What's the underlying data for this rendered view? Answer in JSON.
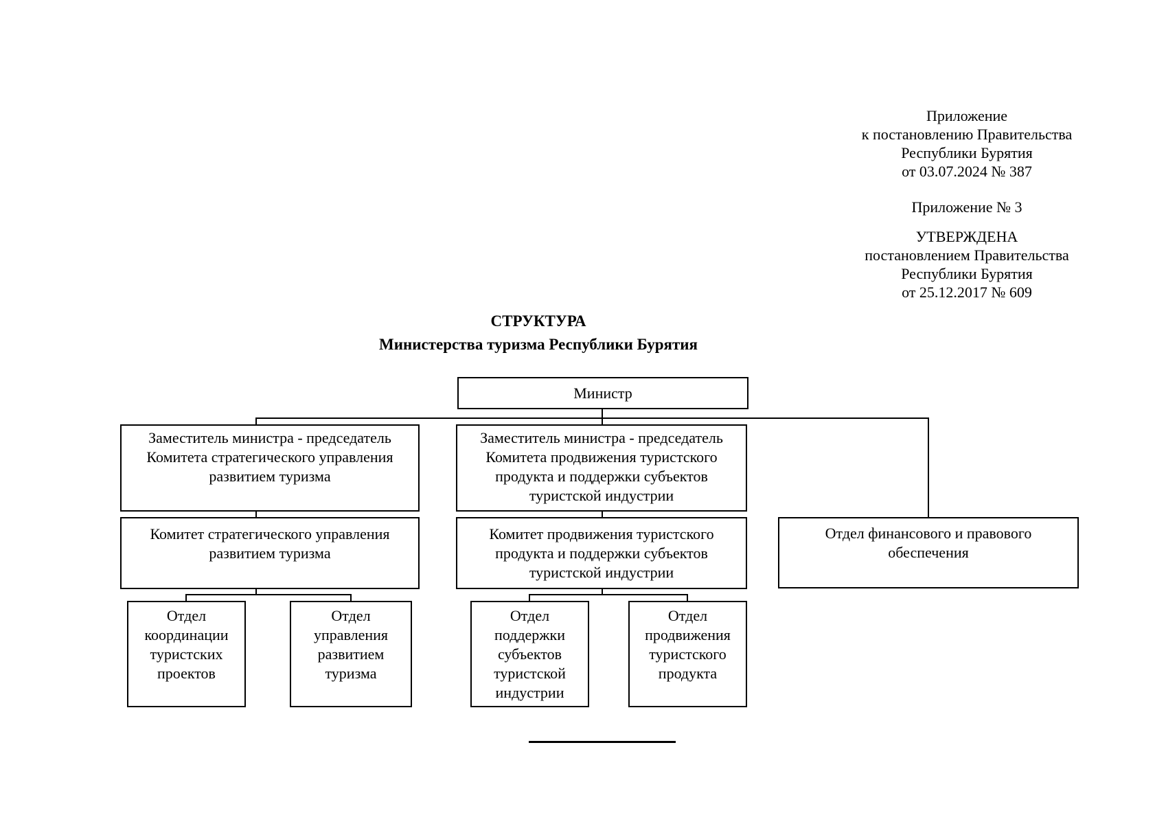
{
  "document": {
    "kind": "Decree appendix with organizational structure diagram",
    "language": "ru",
    "background_color": "#ffffff",
    "text_color": "#000000",
    "border_color": "#000000"
  },
  "header_note": {
    "block1": {
      "line1": "Приложение",
      "line2": "к постановлению Правительства",
      "line3": "Республики Бурятия",
      "line4": "от 03.07.2024 № 387"
    },
    "block2": {
      "line1": "Приложение № 3"
    },
    "block3": {
      "line1": "УТВЕРЖДЕНА",
      "line2": "постановлением Правительства",
      "line3": "Республики Бурятия",
      "line4": "от 25.12.2017 № 609"
    }
  },
  "title": {
    "line1": "СТРУКТУРА",
    "line2": "Министерства туризма Республики Бурятия"
  },
  "org_chart": {
    "minister": {
      "label": "Министр"
    },
    "deputy_strategic": {
      "label": "Заместитель министра - председатель Комитета стратегического управления развитием туризма",
      "reports_to": "Министр"
    },
    "deputy_promotion": {
      "label": "Заместитель министра - председатель Комитета продвижения туристского продукта и поддержки субъектов туристской индустрии",
      "reports_to": "Министр"
    },
    "dept_finance_legal": {
      "label": "Отдел финансового и правового обеспечения",
      "reports_to": "Министр"
    },
    "committee_strategic": {
      "label": "Комитет стратегического управления развитием туризма",
      "reports_to": "Заместитель министра - председатель Комитета стратегического управления развитием туризма"
    },
    "committee_promotion": {
      "label": "Комитет продвижения туристского продукта и поддержки субъектов туристской индустрии",
      "reports_to": "Заместитель министра - председатель Комитета продвижения туристского продукта и поддержки субъектов туристской индустрии"
    },
    "dept_coordination": {
      "label": "Отдел координации туристских проектов",
      "reports_to": "Комитет стратегического управления развитием туризма"
    },
    "dept_development": {
      "label": "Отдел управления развитием туризма",
      "reports_to": "Комитет стратегического управления развитием туризма"
    },
    "dept_support": {
      "label": "Отдел поддержки субъектов туристской индустрии",
      "reports_to": "Комитет продвижения туристского продукта и поддержки субъектов туристской индустрии"
    },
    "dept_promotion": {
      "label": "Отдел продвижения туристского продукта",
      "reports_to": "Комитет продвижения туристского продукта и поддержки субъектов туристской индустрии"
    }
  }
}
